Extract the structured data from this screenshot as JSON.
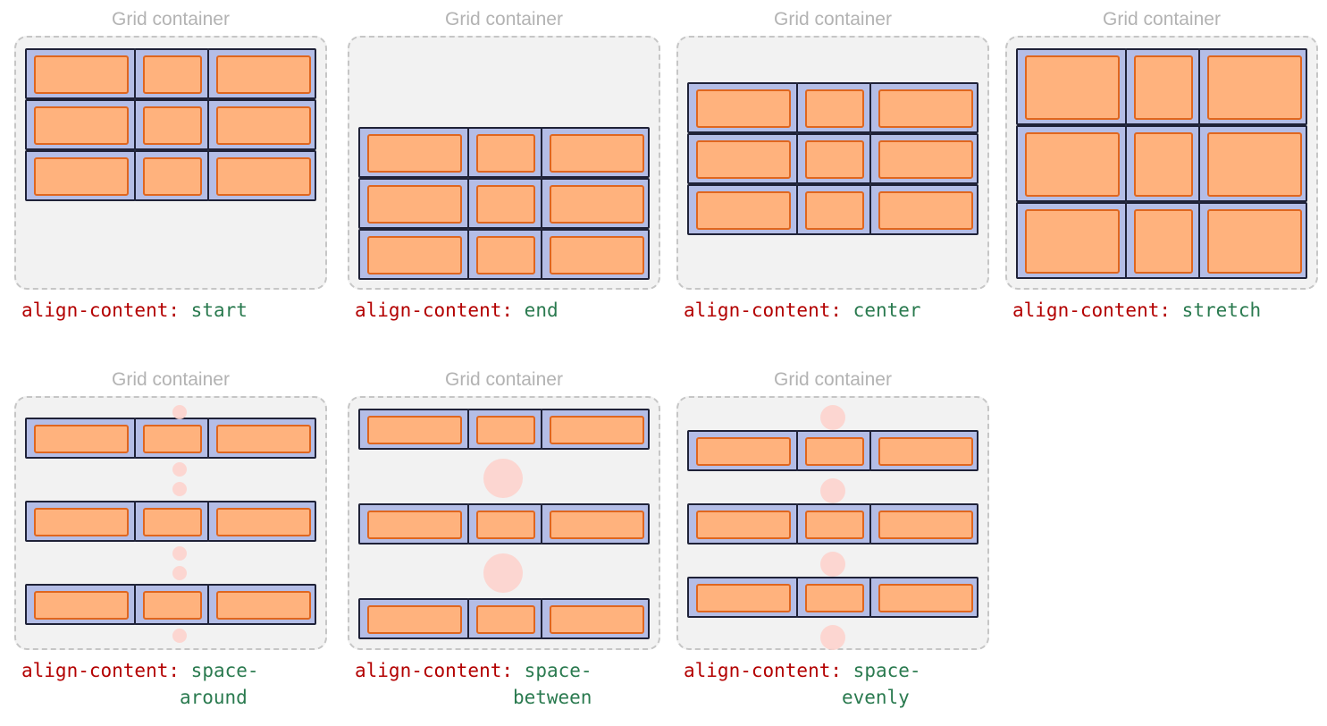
{
  "panels": [
    {
      "title": "Grid container",
      "property": "align-content:",
      "value": "start",
      "value_line2": ""
    },
    {
      "title": "Grid container",
      "property": "align-content:",
      "value": "end",
      "value_line2": ""
    },
    {
      "title": "Grid container",
      "property": "align-content:",
      "value": "center",
      "value_line2": ""
    },
    {
      "title": "Grid container",
      "property": "align-content:",
      "value": "stretch",
      "value_line2": ""
    },
    {
      "title": "Grid container",
      "property": "align-content:",
      "value": "space-",
      "value_line2": "around"
    },
    {
      "title": "Grid container",
      "property": "align-content:",
      "value": "space-",
      "value_line2": "between"
    },
    {
      "title": "Grid container",
      "property": "align-content:",
      "value": "space-",
      "value_line2": "evenly"
    }
  ],
  "colors": {
    "track": "#b4bde6",
    "track_border": "#1f2238",
    "item": "#ffb27d",
    "item_border": "#e0661e",
    "gap_marker": "#fdd3cd",
    "property_text": "#b30000",
    "value_text": "#2a7a4f",
    "title_text": "#b3b3b3"
  }
}
